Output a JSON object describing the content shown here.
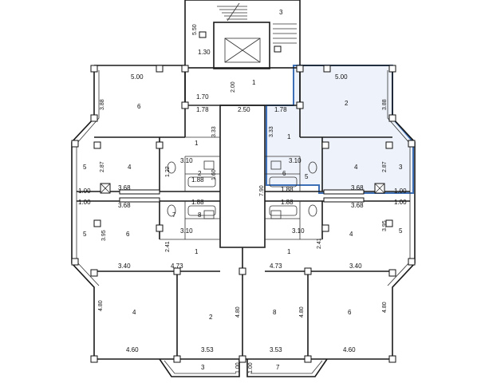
{
  "labels": {
    "d_stair_w": "3",
    "d_stair_h": "5.50",
    "d_130": "1.30",
    "d_200": "2.00",
    "stair_room": "1",
    "d_170": "1.70",
    "d_178_l": "1.78",
    "d_250": "2.50",
    "d_178_r": "1.78",
    "d_500_l": "5.00",
    "d_500_r": "5.00",
    "d_388_l": "3.88",
    "d_388_r": "3.88",
    "room_6_tl": "6",
    "room_2_tr": "2",
    "d_333_l": "3.33",
    "d_333_r": "3.33",
    "hall_1_tl": "1",
    "hall_1_tr": "1",
    "d_310_tl": "3.10",
    "d_310_tr": "3.10",
    "room_5_l": "5",
    "room_3_r": "3",
    "d_287_l": "2.87",
    "d_287_r": "2.87",
    "room_4_tl": "4",
    "room_4_tr": "4",
    "bath_2_l": "2",
    "bath_6_r": "6",
    "d_160": "1.60",
    "d_122": "1.22",
    "d_100_l": "1.00",
    "d_100_r": "1.00",
    "d_368_l1": "3.68",
    "d_368_r1": "3.68",
    "d_188_l1": "1.88",
    "d_188_r1": "1.88",
    "d_188_l2": "1.88",
    "d_188_r2": "1.88",
    "d_790": "7.90",
    "d_100_l2": "1.00",
    "d_100_r2": "1.00",
    "d_368_l2": "3.68",
    "d_368_r2": "3.68",
    "bath_7_l": "7",
    "bath_8_l": "8",
    "bath_5_r": "5",
    "room_5_bl": "5",
    "room_6_bl": "6",
    "room_4_br": "4",
    "room_5_br": "5",
    "d_395_l": "3.95",
    "d_395_r": "3.95",
    "d_310_bl": "3.10",
    "d_310_br": "3.10",
    "hall_1_bl": "1",
    "hall_1_br": "1",
    "d_241_l": "2.41",
    "d_241_r": "2.41",
    "d_340_l": "3.40",
    "d_340_r": "3.40",
    "d_473_l": "4.73",
    "d_473_r": "4.73",
    "room_4_bot": "4",
    "room_2_bot": "2",
    "room_8_bot": "8",
    "room_6_bot": "6",
    "d_480_a": "4.80",
    "d_480_b": "4.80",
    "d_480_c": "4.80",
    "d_480_d": "4.80",
    "d_460_l": "4.60",
    "d_460_r": "4.60",
    "d_353_l": "3.53",
    "d_353_r": "3.53",
    "balc_3": "3",
    "balc_7": "7",
    "d_100_bot1": "1.00",
    "d_100_bot2": "1.00"
  },
  "colors": {
    "highlight_fill": "#eef2fa",
    "highlight_stroke": "#3d6fb6"
  }
}
